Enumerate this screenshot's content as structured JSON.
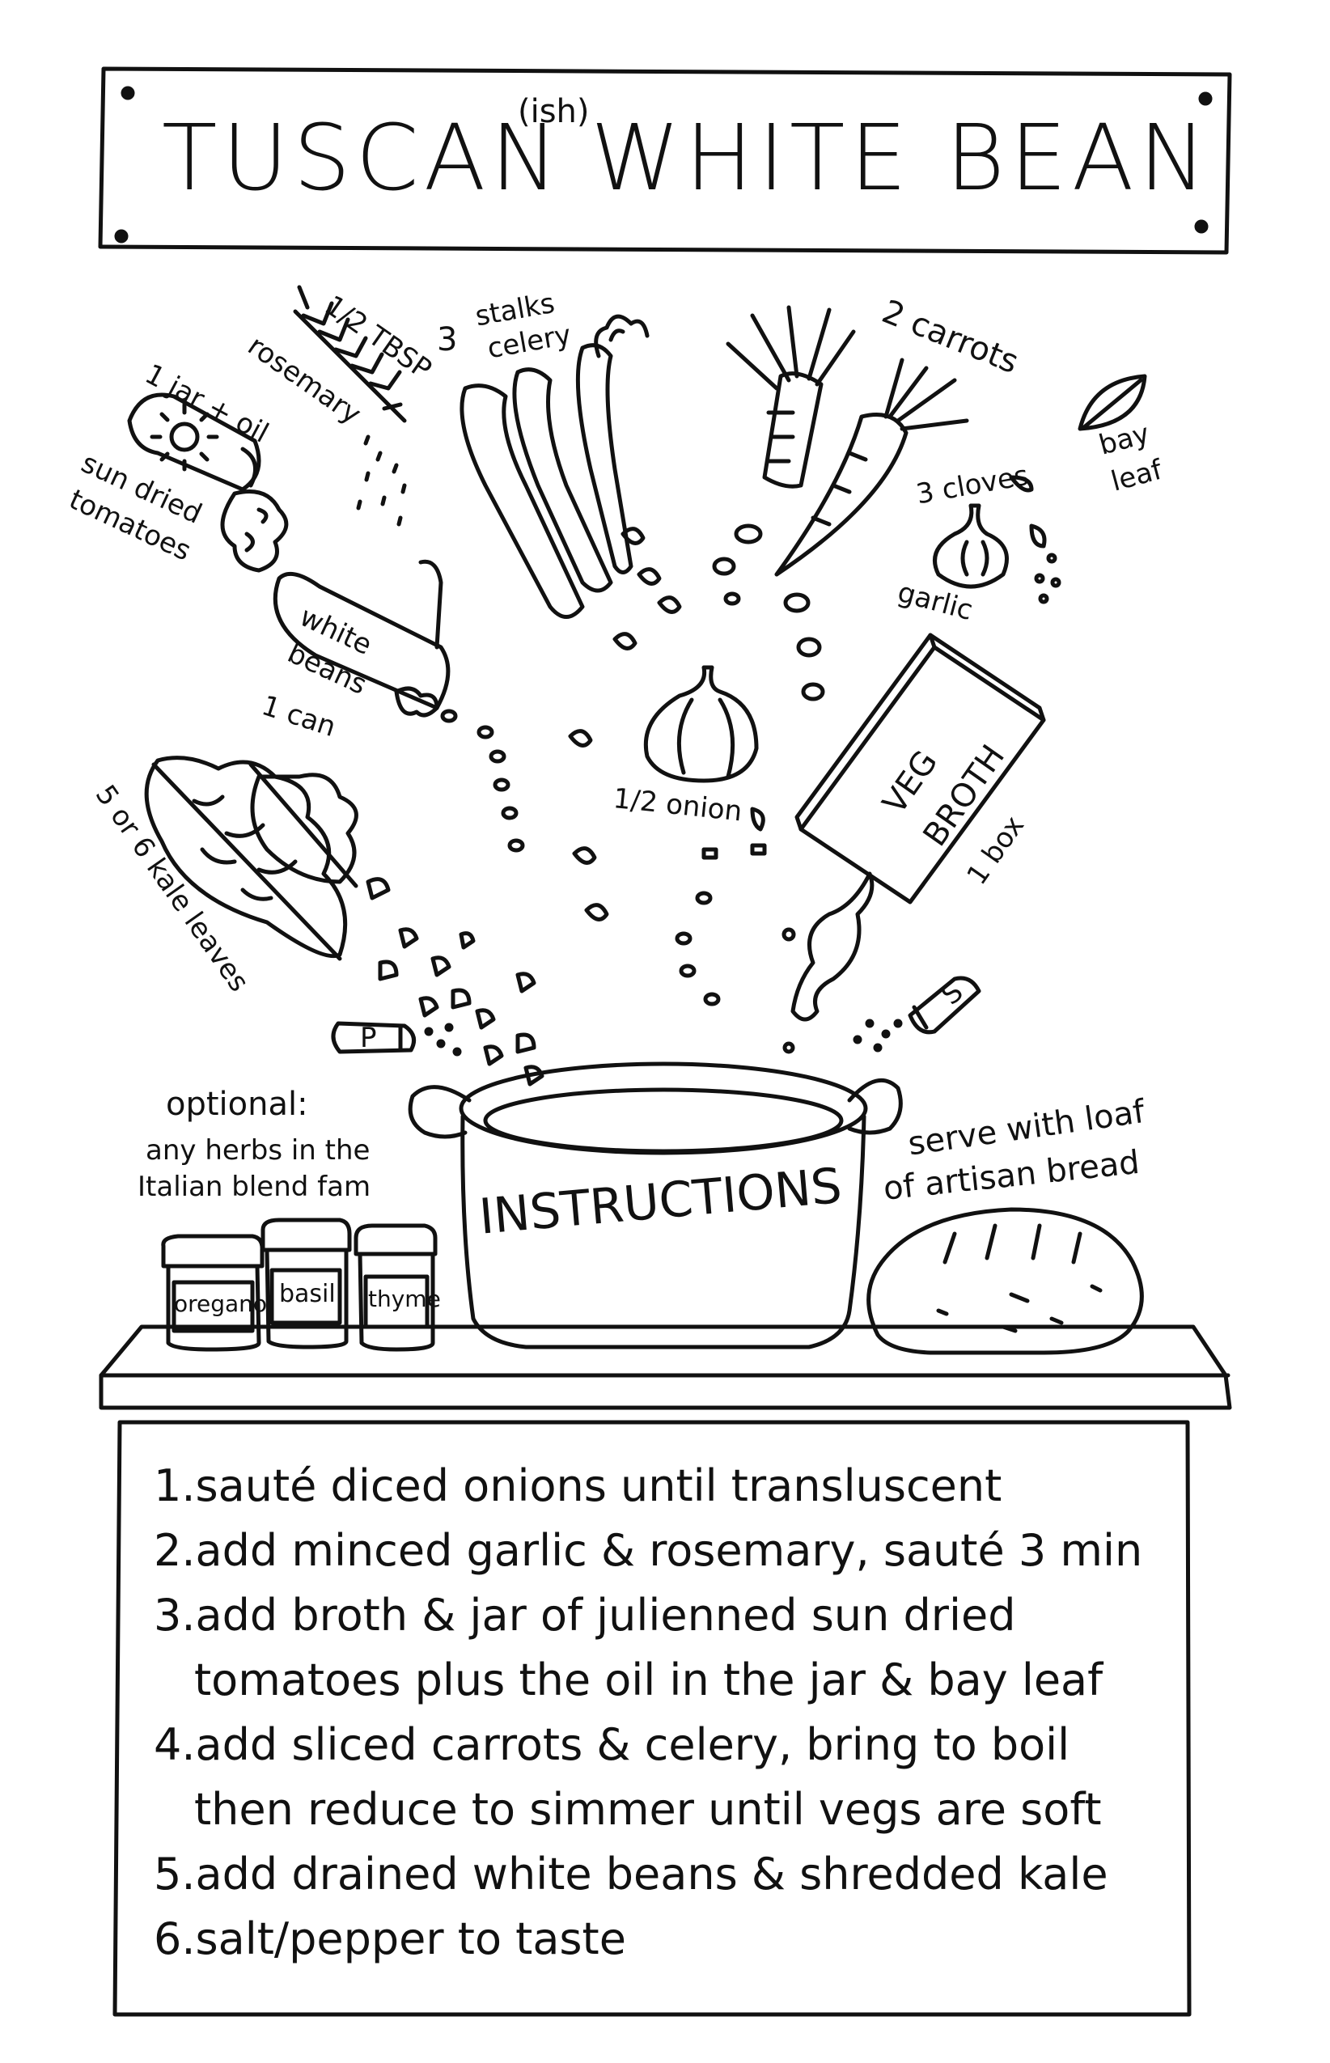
{
  "title": {
    "main_left": "TUSCAN",
    "superscript": "(ish)",
    "main_right": "WHITE BEAN"
  },
  "ingredients": {
    "sun_dried": {
      "amount": "1 jar + oil",
      "name_line1": "sun dried",
      "name_line2": "tomatoes"
    },
    "rosemary": {
      "amount": "1/2 TBSP",
      "name": "rosemary"
    },
    "celery": {
      "amount": "3",
      "name_line1": "stalks",
      "name_line2": "celery"
    },
    "carrots": {
      "label": "2 carrots"
    },
    "bay_leaf": {
      "line1": "bay",
      "line2": "leaf"
    },
    "garlic": {
      "amount": "3 cloves",
      "name": "garlic"
    },
    "white_beans": {
      "can_line1": "white",
      "can_line2": "beans",
      "amount": "1 can"
    },
    "onion": {
      "label": "1/2 onion"
    },
    "broth": {
      "box_line1": "VEG",
      "box_line2": "BROTH",
      "amount": "1 box"
    },
    "kale": {
      "label": "5 or 6 kale leaves"
    },
    "pepper_shaker": "P",
    "salt_shaker": "S"
  },
  "optional": {
    "heading": "optional:",
    "line1": "any herbs in the",
    "line2": "Italian blend fam",
    "jars": [
      "oregano",
      "basil",
      "thyme"
    ]
  },
  "pot_label": "INSTRUCTIONS",
  "bread": {
    "line1": "serve with loaf",
    "line2": "of artisan bread"
  },
  "steps": [
    {
      "num": "1.",
      "text": "sauté  diced onions until transluscent"
    },
    {
      "num": "2.",
      "text": "add minced garlic & rosemary, sauté  3 min"
    },
    {
      "num": "3.",
      "text": "add broth & jar of julienned sun dried"
    },
    {
      "num": "",
      "text": "tomatoes plus the oil in the jar & bay leaf"
    },
    {
      "num": "4.",
      "text": "add sliced carrots & celery, bring to boil"
    },
    {
      "num": "",
      "text": "then reduce to simmer until vegs are soft"
    },
    {
      "num": "5.",
      "text": "add drained white beans & shredded kale"
    },
    {
      "num": "6.",
      "text": "salt/pepper to taste"
    }
  ]
}
